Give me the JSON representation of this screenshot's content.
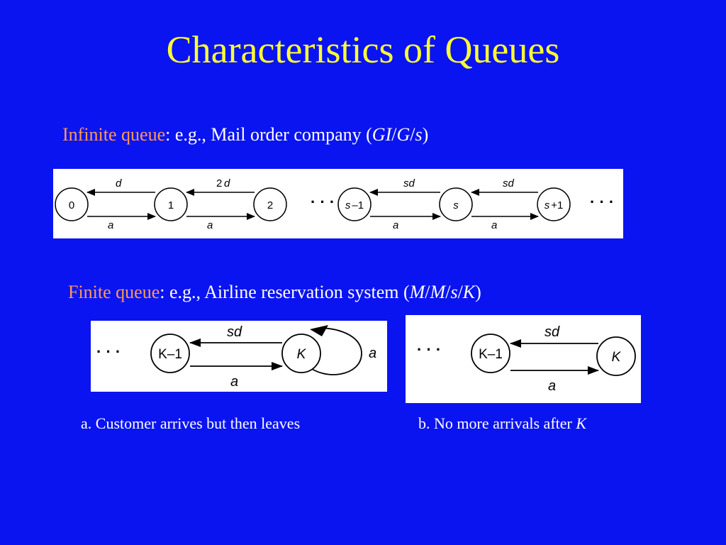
{
  "title": "Characteristics of Queues",
  "infinite": {
    "label": "Infinite queue",
    "text": ": e.g., Mail order company (",
    "model_gi": "GI",
    "slash1": "/",
    "model_g": "G",
    "slash2": "/",
    "model_s": "s",
    "close": ")",
    "states": [
      "0",
      "1",
      "2",
      "s",
      "s"
    ],
    "state_s_minus": "s",
    "minus_one": "–1",
    "plus_one": "+1",
    "state_plus": "s",
    "dots": "· · ·",
    "rates_up": [
      "d",
      "2",
      "d",
      "sd",
      "sd"
    ],
    "rates_down": [
      "a",
      "a",
      "a",
      "a"
    ]
  },
  "finite": {
    "label": "Finite queue",
    "text": ": e.g., Airline reservation system (",
    "m1": "M",
    "sl1": "/",
    "m2": "M",
    "sl2": "/",
    "m3": "s",
    "sl3": "/",
    "m4": "K",
    "close": ")",
    "dots": "· · ·",
    "left": {
      "node1": "K–1",
      "node2": "K",
      "rate_up": "sd",
      "rate_down": "a",
      "rate_loop": "a",
      "caption": "a. Customer arrives but then leaves"
    },
    "right": {
      "node1": "K–1",
      "node2": "K",
      "rate_up": "sd",
      "rate_down": "a",
      "caption_text": "b. No more arrivals after ",
      "caption_k": "K"
    }
  }
}
